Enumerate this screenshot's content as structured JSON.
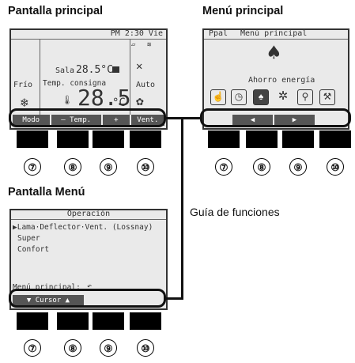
{
  "main_screen": {
    "title": "Pantalla principal",
    "clock": "PM 2:30 Vie",
    "mode": "Frío",
    "room_label": "Sala",
    "room_temp": "28.5°C",
    "setpoint_label": "Temp. consigna",
    "setpoint_value": "28.5",
    "setpoint_unit": "°C",
    "fan_mode": "Auto",
    "functions": [
      "Modo",
      "— Temp.",
      "+",
      "Vent."
    ]
  },
  "main_menu": {
    "title": "Menú principal",
    "header_left": "Ppal",
    "header_center": "Menú principal",
    "selected_item": "Ahorro energía",
    "functions": [
      "◀",
      "▶"
    ]
  },
  "menu_screen": {
    "title": "Pantalla Menú",
    "header": "Operación",
    "items": [
      "▶Lama·Deflector·Vent. (Lossnay)",
      "Super",
      "Confort"
    ],
    "footer": "Menú principal:",
    "functions": [
      "▼ Cursor ▲"
    ]
  },
  "function_guide_label": "Guía de funciones",
  "button_numbers": [
    "⑦",
    "⑧",
    "⑨",
    "⑩"
  ]
}
